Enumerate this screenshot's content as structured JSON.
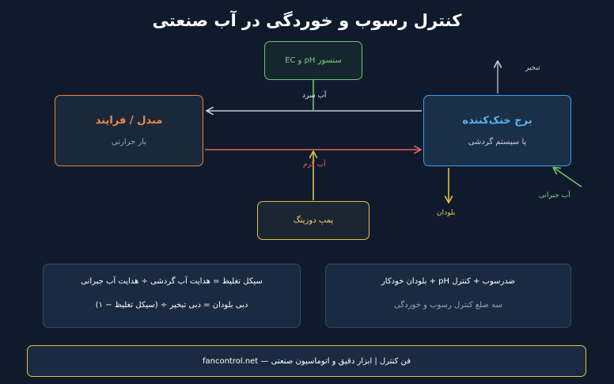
{
  "title": "کنترل رسوب و خوردگی در آب صنعتی",
  "heat_exchanger": {
    "title": "مبدل / فرایند",
    "subtitle": "بار حرارتی"
  },
  "cooling_tower": {
    "title": "برج خنک‌کننده",
    "subtitle": "یا سیستم گردشی"
  },
  "sensor": {
    "label": "سنسور pH و EC"
  },
  "dosing_pump": {
    "label": "پمپ دوزینگ"
  },
  "flows": {
    "cold_water": "آب سرد",
    "warm_water": "آب گرم",
    "evaporation": "تبخیر",
    "blowdown": "بلودان",
    "makeup_water": "آب جبرانی"
  },
  "formulas": {
    "concentration_cycle": "سیکل تغلیظ = هدایت آب گردشی ÷ هدایت آب جبرانی",
    "blowdown_flow": "دبی بلودان = دبی تبخیر ÷ (سیکل تغلیظ − ۱)"
  },
  "control": {
    "line1": "ضدرسوب + کنترل pH + بلودان خودکار",
    "line2": "سه ضلع کنترل رسوب و خوردگی"
  },
  "footer": "فن کنترل | ابزار دقیق و اتوماسیون صنعتی — fancontrol.net",
  "colors": {
    "background": "#0f1b2d",
    "orange": "#e8843a",
    "blue": "#3d9ee8",
    "green": "#6fc46f",
    "yellow": "#e8c040",
    "red": "#e8615a",
    "grey": "#c5ced8"
  }
}
